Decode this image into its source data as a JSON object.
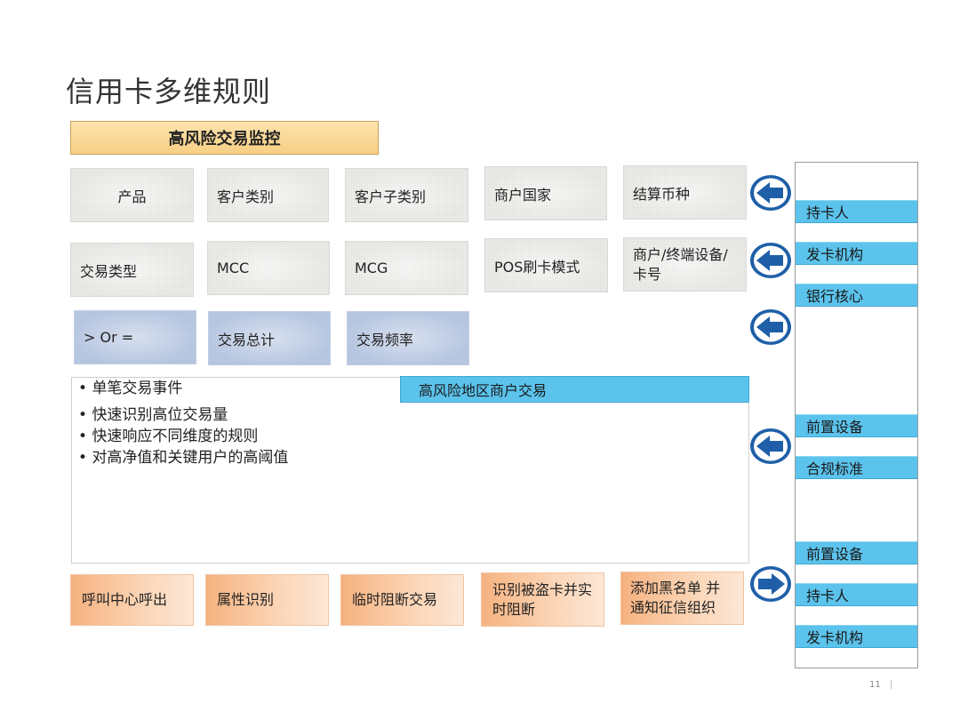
{
  "title": "信用卡多维规则",
  "header": "高风险交易监控",
  "dimensions_row1": [
    "产品",
    "客户类别",
    "客户子类别",
    "商户国家",
    "结算币种"
  ],
  "dimensions_row2": [
    "交易类型",
    "MCC",
    "MCG",
    "POS刷卡模式",
    "商户/终端设备/卡号"
  ],
  "operators": [
    "> Or =",
    "交易总计",
    "交易频率"
  ],
  "rules": {
    "first": "单笔交易事件",
    "items": [
      "快速识别高位交易量",
      "快速响应不同维度的规则",
      "对高净值和关键用户的高阈值"
    ],
    "region": "高风险地区商户交易"
  },
  "actions": [
    "呼叫中心呼出",
    "属性识别",
    "临时阻断交易",
    "识别被盗卡并实时阻断",
    "添加黑名单 并通知征信组织"
  ],
  "side_labels": [
    "持卡人",
    "发卡机构",
    "银行核心",
    "前置设备",
    "合规标准",
    "前置设备",
    "持卡人",
    "发卡机构"
  ],
  "arrows": [
    {
      "direction": "left",
      "icon": "arrow-left-icon"
    },
    {
      "direction": "left",
      "icon": "arrow-left-icon"
    },
    {
      "direction": "left",
      "icon": "arrow-left-icon"
    },
    {
      "direction": "left",
      "icon": "arrow-left-icon"
    },
    {
      "direction": "right",
      "icon": "arrow-right-icon"
    }
  ],
  "colors": {
    "accent_blue": "#5bc3ec",
    "arrow_blue": "#1f5fa8",
    "header_orange": "#f8cf84",
    "action_orange": "#f6b27f"
  },
  "page_number": "11",
  "page_separator": "|"
}
